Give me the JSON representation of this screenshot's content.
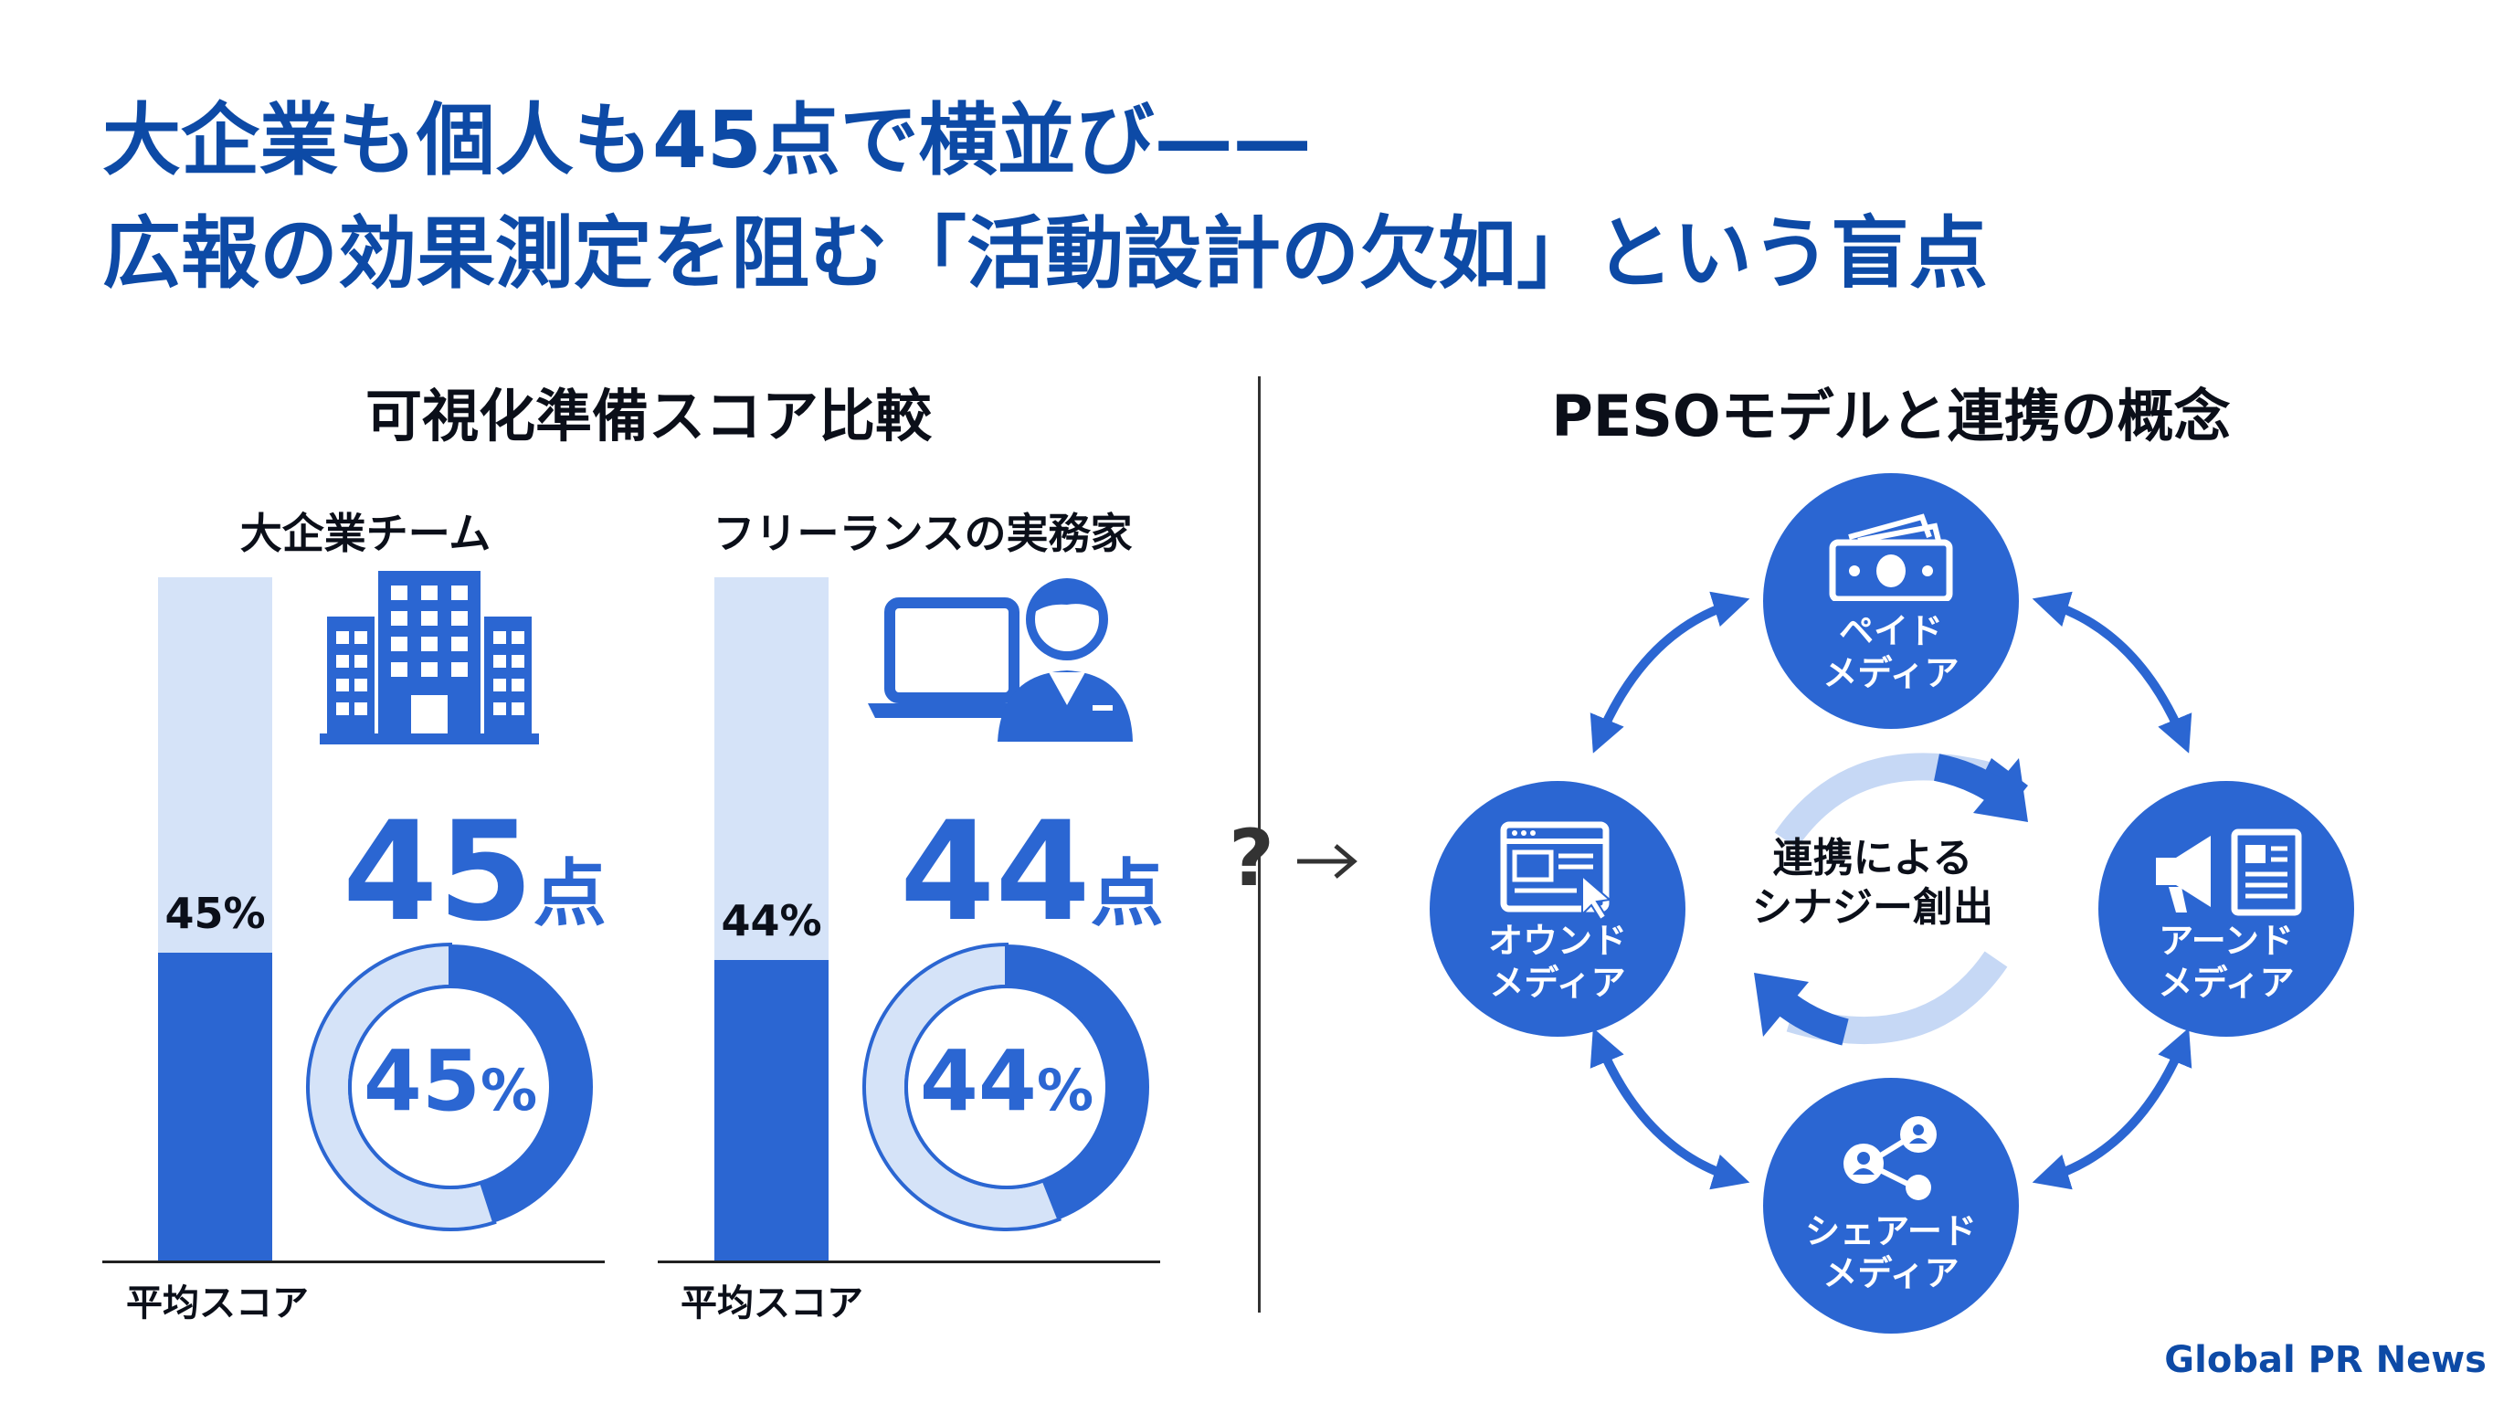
{
  "title": {
    "line1": "大企業も個人も45点で横並び——",
    "line2": "広報の効果測定を阻む「活動設計の欠如」という盲点"
  },
  "left_section": {
    "heading": "可視化準備スコア比較",
    "axis_label": "平均スコア",
    "groups": [
      {
        "label": "大企業チーム",
        "icon": "office-building-icon",
        "bar_percent_label": "45%",
        "score_number": "45",
        "score_unit": "点",
        "donut_number": "45",
        "donut_unit": "%",
        "value": 45
      },
      {
        "label": "フリーランスの実務家",
        "icon": "freelancer-laptop-icon",
        "bar_percent_label": "44%",
        "score_number": "44",
        "score_unit": "点",
        "donut_number": "44",
        "donut_unit": "%",
        "value": 44
      }
    ]
  },
  "transition": {
    "question_mark": "?"
  },
  "right_section": {
    "heading": "PESOモデルと連携の概念",
    "center_text": "連携による\nシナジー創出",
    "nodes": {
      "paid": {
        "label": "ペイド\nメディア",
        "icon": "money-icon"
      },
      "owned": {
        "label": "オウンド\nメディア",
        "icon": "web-page-icon"
      },
      "earned": {
        "label": "アーンド\nメディア",
        "icon": "megaphone-newspaper-icon"
      },
      "shared": {
        "label": "シェアード\nメディア",
        "icon": "share-network-icon"
      }
    }
  },
  "brand": "Global PR News",
  "colors": {
    "primary": "#2b66d2",
    "light": "#d5e3f8",
    "title": "#0d4aa6"
  }
}
